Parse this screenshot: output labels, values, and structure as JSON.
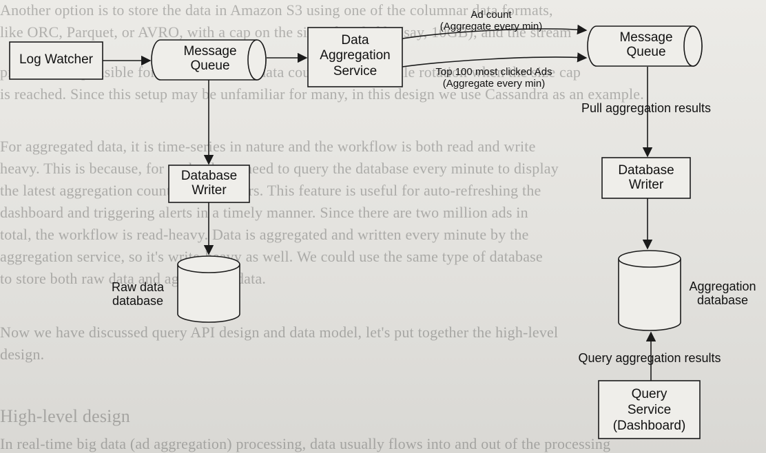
{
  "background_text": [
    "Another option is to store the data in Amazon S3 using one of the columnar data formats,",
    "like ORC, Parquet, or AVRO, with a cap on the size of each file (say, 10GB), and the stream",
    "processor responsible for writing the raw data could handle the file rotation when the size cap",
    "is reached. Since this setup may be unfamiliar for many, in this design we use Cassandra as an example.",
    "For aggregated data, it is time-series in nature and the workflow is both read and write",
    "heavy. This is because, for each ad, we need to query the database every minute to display",
    "the latest aggregation count for customers. This feature is useful for auto-refreshing the",
    "dashboard and triggering alerts in a timely manner. Since there are two million ads in",
    "total, the workflow is read-heavy. Data is aggregated and written every minute by the",
    "aggregation service, so it's write-heavy as well. We could use the same type of database",
    "to store both raw data and aggregated data.",
    "Now we have discussed query API design and data model, let's put together the high-level",
    "design.",
    "High-level design",
    "In real-time big data (ad aggregation) processing, data usually flows into and out of the processing"
  ],
  "nodes": {
    "log_watcher": "Log Watcher",
    "mq1": [
      "Message",
      "Queue"
    ],
    "data_aggregation_service": [
      "Data",
      "Aggregation",
      "Service"
    ],
    "mq2": [
      "Message",
      "Queue"
    ],
    "db_writer1": [
      "Database",
      "Writer"
    ],
    "raw_db": [
      "Raw data",
      "database"
    ],
    "db_writer2": [
      "Database",
      "Writer"
    ],
    "agg_db": [
      "Aggregation",
      "database"
    ],
    "query_service": [
      "Query",
      "Service",
      "(Dashboard)"
    ]
  },
  "edge_labels": {
    "ad_count": [
      "Ad count",
      "(Aggregate every min)"
    ],
    "top100": [
      "Top 100 most clicked Ads",
      "(Aggregate every min)"
    ],
    "pull_results": "Pull aggregation results",
    "query_results": "Query aggregation results"
  }
}
